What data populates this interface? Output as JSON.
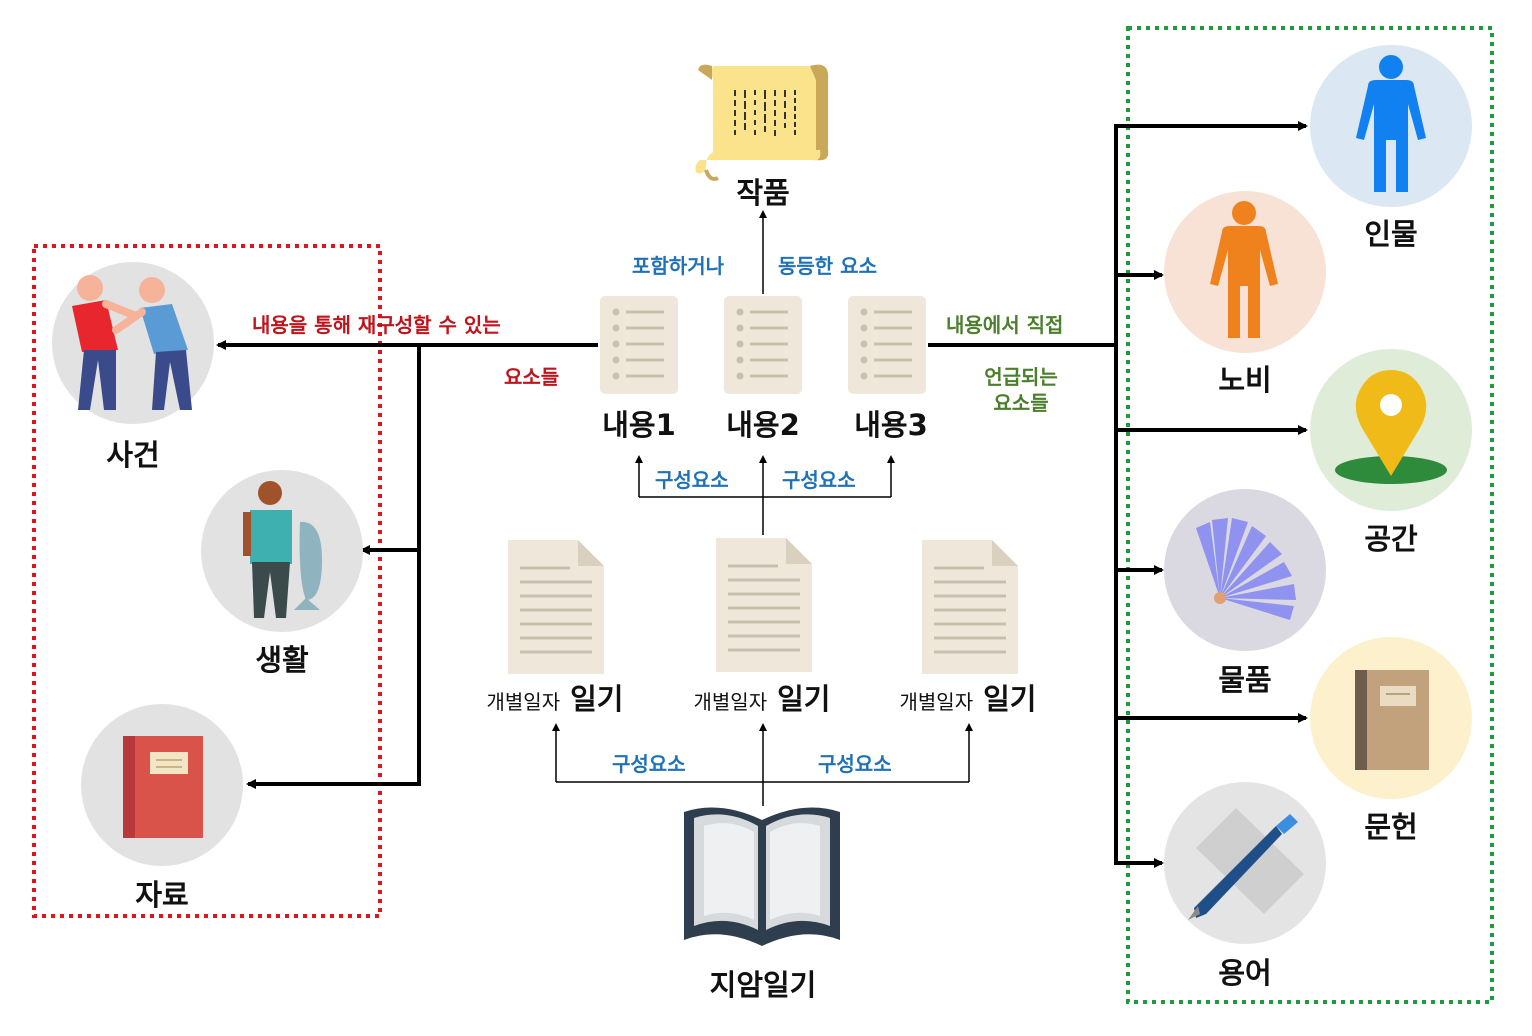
{
  "work": {
    "label": "작품"
  },
  "relation": {
    "left": "포함하거나",
    "right": "동등한 요소"
  },
  "contents": [
    {
      "label": "내용1"
    },
    {
      "label": "내용2"
    },
    {
      "label": "내용3"
    }
  ],
  "left_relation": {
    "line1": "내용을 통해 재구성할 수 있는",
    "line2": "요소들"
  },
  "right_relation": {
    "line1": "내용에서 직접",
    "line2": "언급되는",
    "line3": "요소들"
  },
  "component_labels": {
    "upper_left": "구성요소",
    "upper_right": "구성요소",
    "lower_left": "구성요소",
    "lower_right": "구성요소"
  },
  "diaries": [
    {
      "prefix": "개별일자",
      "label": "일기"
    },
    {
      "prefix": "개별일자",
      "label": "일기"
    },
    {
      "prefix": "개별일자",
      "label": "일기"
    }
  ],
  "source": {
    "label": "지암일기"
  },
  "left_nodes": [
    {
      "label": "사건",
      "icon": "people-fighting-icon"
    },
    {
      "label": "생활",
      "icon": "fisherman-icon"
    },
    {
      "label": "자료",
      "icon": "red-book-icon"
    }
  ],
  "right_nodes": [
    {
      "label": "인물",
      "icon": "person-blue-icon"
    },
    {
      "label": "노비",
      "icon": "person-orange-icon"
    },
    {
      "label": "공간",
      "icon": "location-pin-icon"
    },
    {
      "label": "물품",
      "icon": "fan-icon"
    },
    {
      "label": "문헌",
      "icon": "brown-book-icon"
    },
    {
      "label": "용어",
      "icon": "pen-paper-icon"
    }
  ],
  "colors": {
    "left_box": "#e0141c",
    "right_box": "#1f9a3c",
    "blue_text": "#1f72b8",
    "red_text": "#c0141c",
    "green_text": "#4a7f2c"
  }
}
